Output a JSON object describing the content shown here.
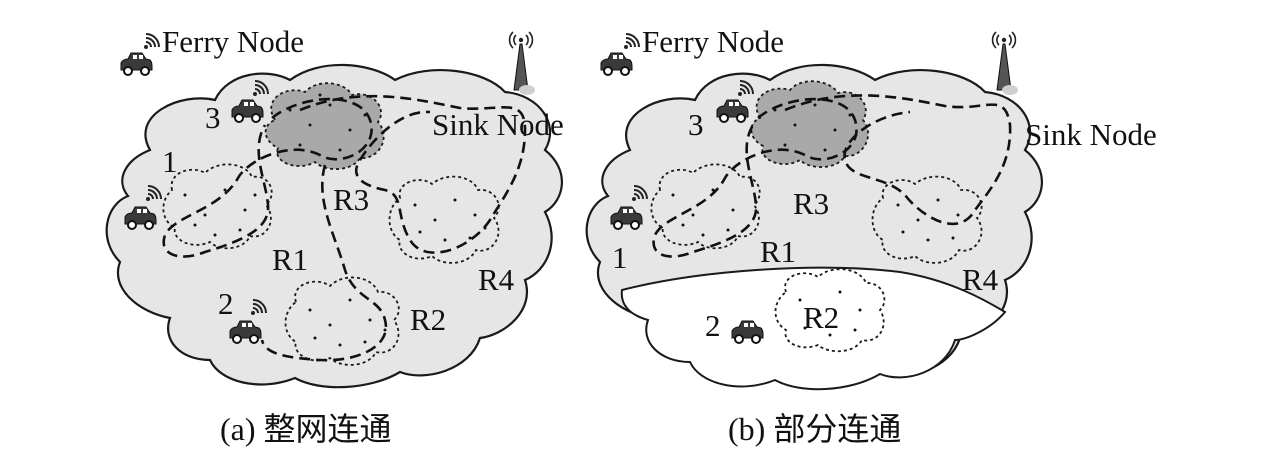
{
  "legend": {
    "ferry_label": "Ferry Node"
  },
  "panel_a": {
    "caption": "(a) 整网连通",
    "sink_label": "Sink Node",
    "regions": [
      "R1",
      "R2",
      "R3",
      "R4"
    ],
    "ferries": [
      "1",
      "2",
      "3"
    ]
  },
  "panel_b": {
    "caption": "(b) 部分连通",
    "sink_label": "Sink Node",
    "regions": [
      "R1",
      "R2",
      "R3",
      "R4"
    ],
    "ferries": [
      "1",
      "2",
      "3"
    ]
  },
  "colors": {
    "network_fill": "#e6e6e6",
    "dark_region_fill": "#a9a9a9",
    "line": "#111111"
  },
  "icons": [
    "car-icon",
    "signal-icon",
    "antenna-icon"
  ]
}
